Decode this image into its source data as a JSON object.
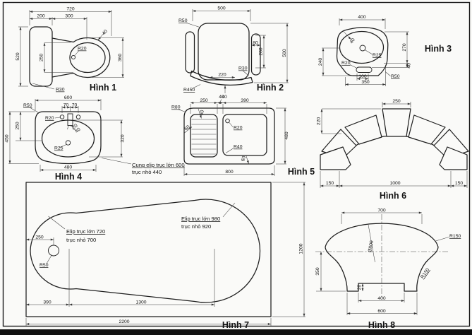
{
  "colors": {
    "line": "#1d1d1d",
    "background": "#fafaf8"
  },
  "figures": {
    "fig1": {
      "title": "Hình 1",
      "d720": "720",
      "d200": "200",
      "d300": "300",
      "d520": "520",
      "d250": "250",
      "d360": "360",
      "d40": "40",
      "r20": "R20",
      "r30": "R30"
    },
    "fig2": {
      "title": "Hình 2",
      "d500_top": "500",
      "d500_right": "500",
      "r50": "R50",
      "d80": "80",
      "d280": "280",
      "r30": "R30",
      "d220": "220",
      "r450": "R450",
      "d40": "40"
    },
    "fig3": {
      "title": "Hình 3",
      "d400": "400",
      "d40_rim": "40",
      "r25": "R25",
      "r20": "R20",
      "d270": "270",
      "d40_right": "40",
      "d240": "240",
      "d100": "100",
      "d350": "350",
      "r50": "R50"
    },
    "fig4": {
      "title": "Hình 4",
      "d600": "600",
      "d70a": "70",
      "d70b": "70",
      "r50": "R50",
      "r20": "R20",
      "d250": "250",
      "d450": "450",
      "d20": "20",
      "d40": "40",
      "r25": "R25",
      "d480": "480",
      "d320": "320",
      "note1": "Cung elip trục lớn 600",
      "note2": "trục nhỏ 440"
    },
    "fig5": {
      "title": "Hình 5",
      "d250": "250",
      "d40": "40",
      "d390": "390",
      "r80": "R80",
      "d60_top": "60",
      "d60_left": "60",
      "d60_bottom": "60",
      "r20": "R20",
      "r40": "R40",
      "d480": "480",
      "d800": "800"
    },
    "fig6": {
      "title": "Hình 6",
      "d250": "250",
      "d220": "220",
      "d150l": "150",
      "d1000": "1000",
      "d150r": "150"
    },
    "fig7": {
      "title": "Hình 7",
      "d250": "250",
      "r50": "R50",
      "note1a": "Elip trục lớn 720",
      "note1b": "trục nhỏ 700",
      "note2a": "Elip trục lớn 980",
      "note2b": "trục nhỏ 920",
      "d390": "390",
      "d1300": "1300",
      "d2200": "2200",
      "d1200": "1200"
    },
    "fig8": {
      "title": "Hình 8",
      "d700": "700",
      "r150a": "R150",
      "r150b": "R150",
      "dia800": "Ø800",
      "d350": "350",
      "d20": "20",
      "d400": "400",
      "d600": "600"
    }
  }
}
